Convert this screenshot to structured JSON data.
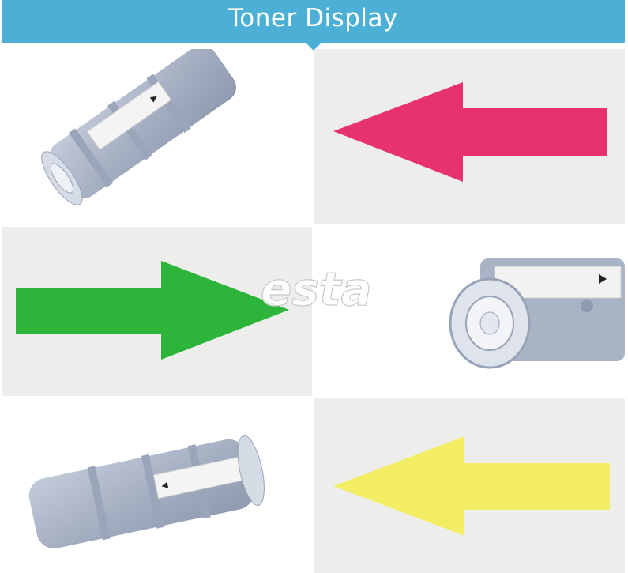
{
  "header": {
    "title": "Toner Display",
    "color": "#4bafd6"
  },
  "watermark": {
    "text": "esta"
  },
  "cells": [
    {
      "kind": "toner-image",
      "orientation": "up-right"
    },
    {
      "kind": "arrow",
      "direction": "left",
      "color": "#e8326e"
    },
    {
      "kind": "arrow",
      "direction": "right",
      "color": "#2db43a"
    },
    {
      "kind": "toner-image",
      "orientation": "nozzle-front"
    },
    {
      "kind": "toner-image",
      "orientation": "lying"
    },
    {
      "kind": "arrow",
      "direction": "left",
      "color": "#f3ed64"
    }
  ],
  "colors": {
    "panel_gray": "#ededeb",
    "toner_body": "#a9b3c6",
    "toner_label": "#f2f2f2"
  }
}
